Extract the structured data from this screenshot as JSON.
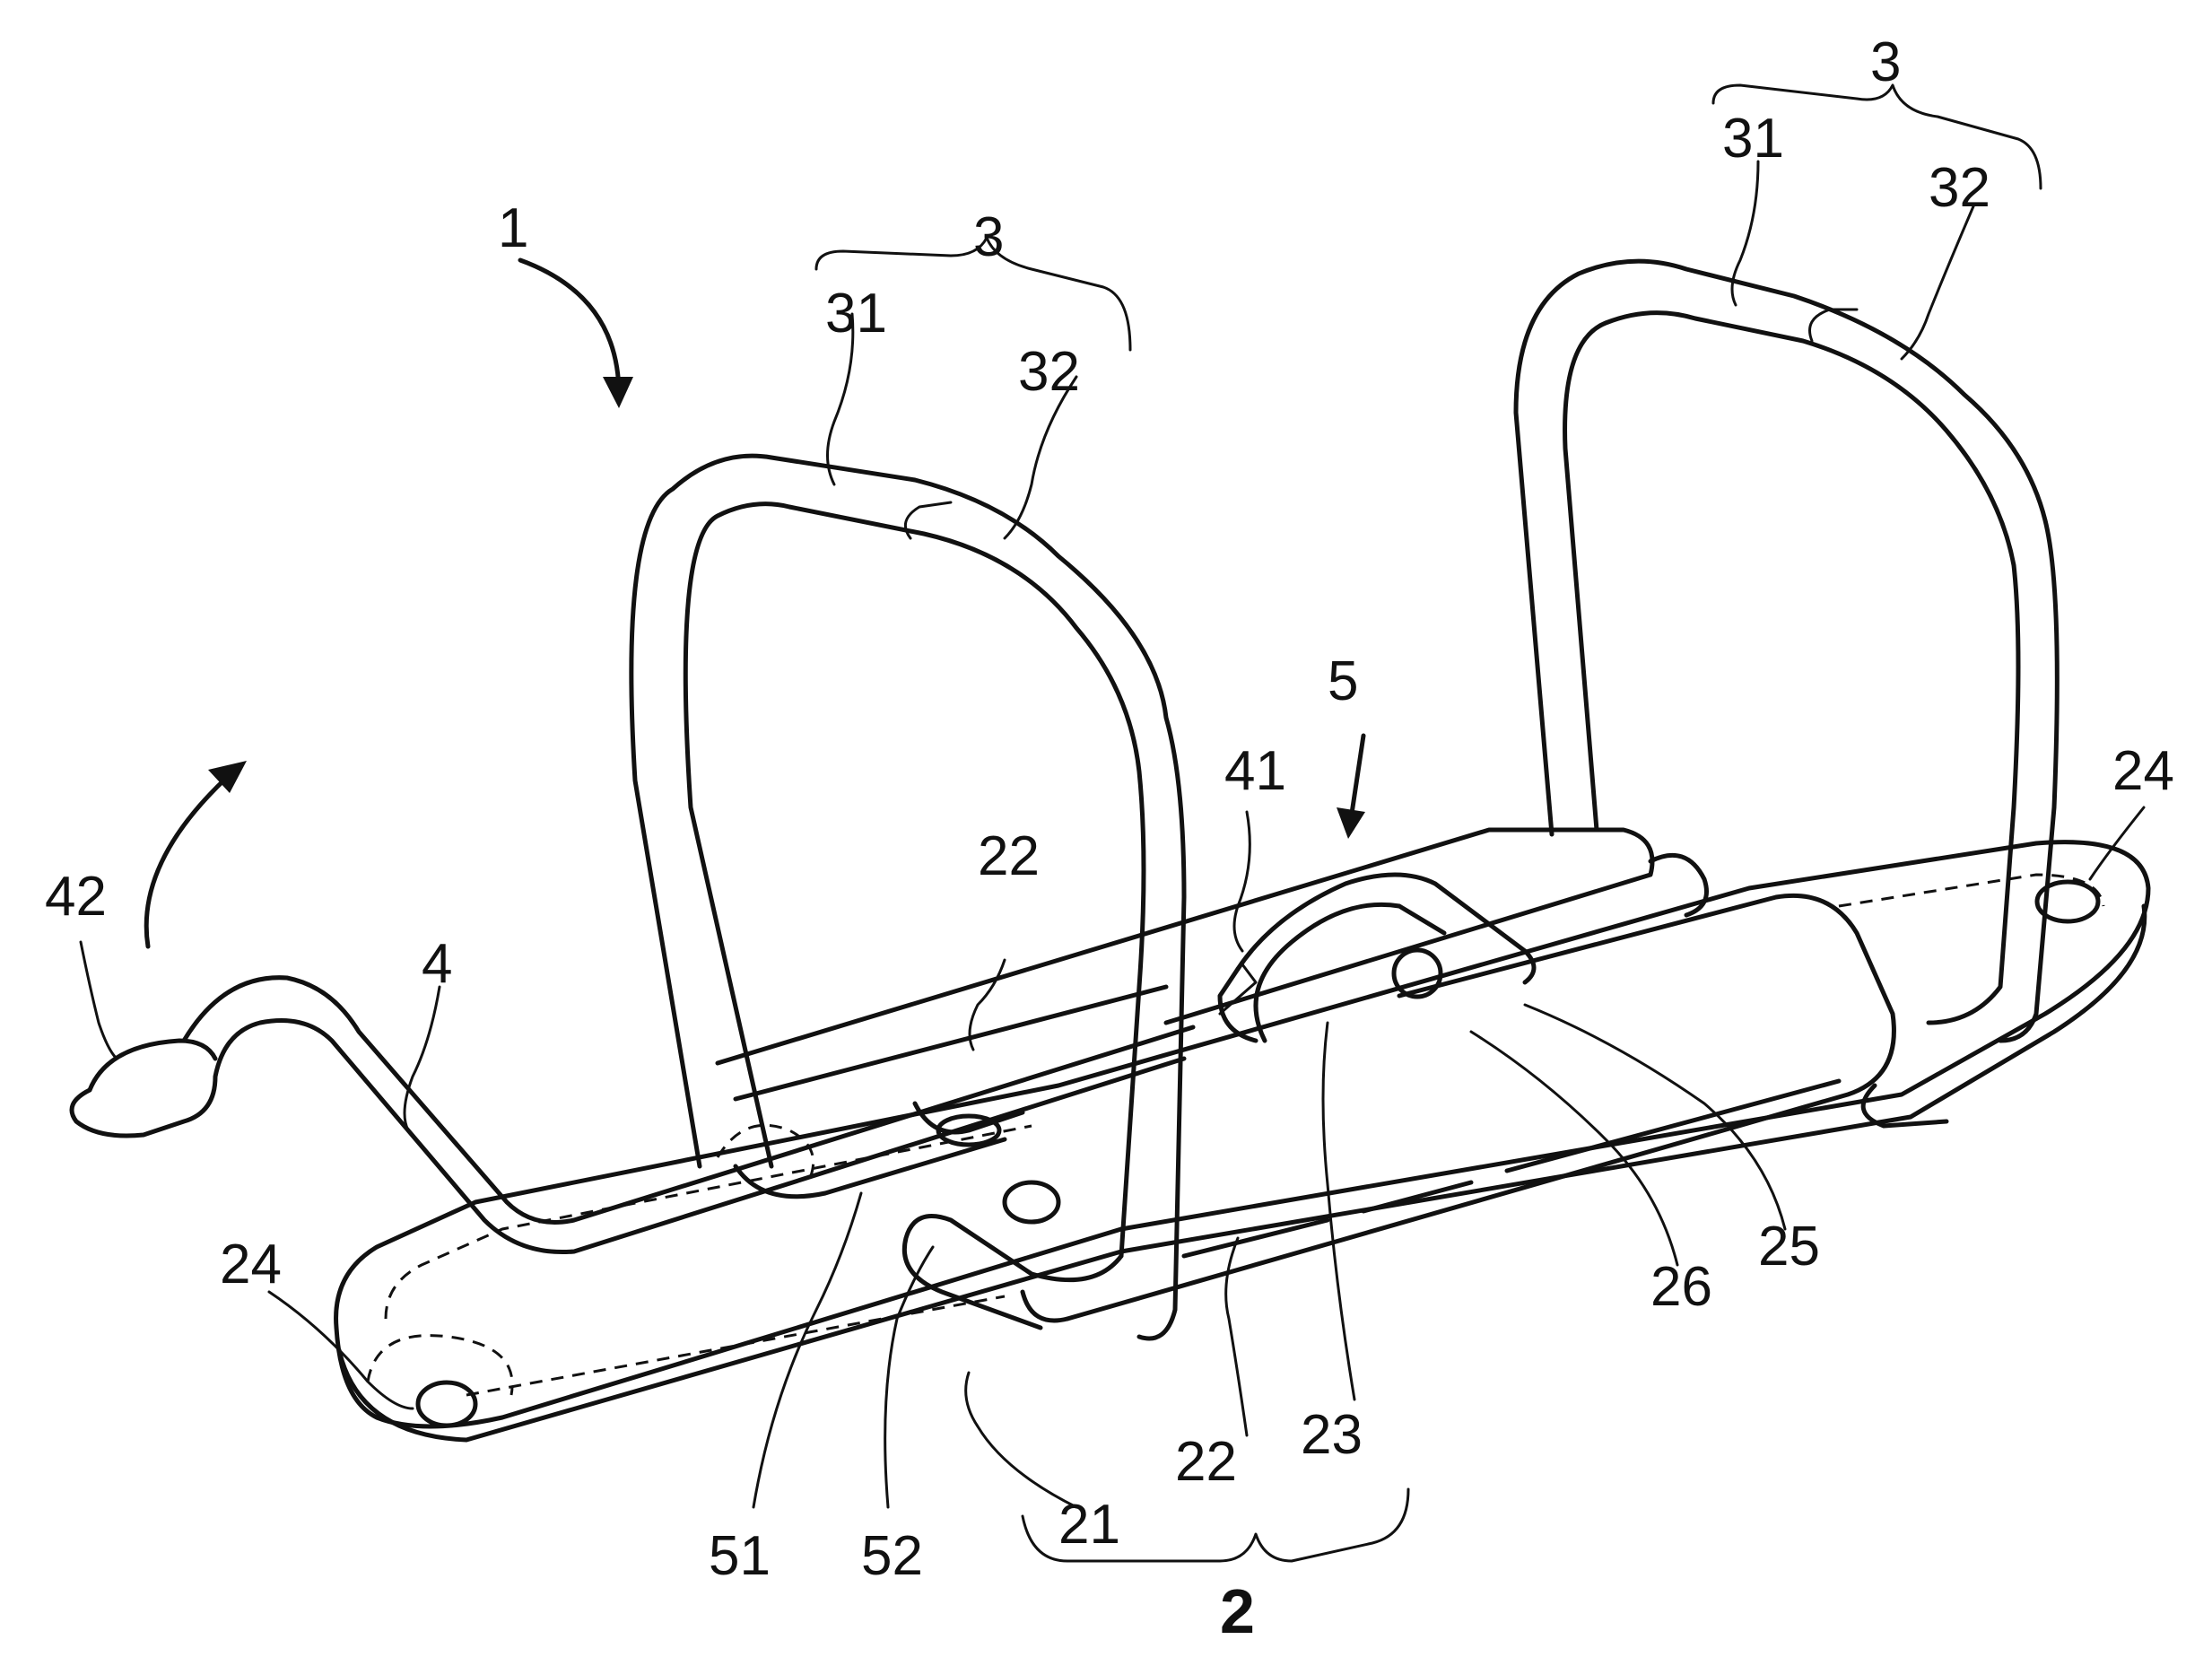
{
  "figure": {
    "ref_1": "1",
    "ref_2": "2",
    "ref_3_left": "3",
    "ref_3_right": "3",
    "ref_4": "4",
    "ref_5": "5",
    "ref_21": "21",
    "ref_22_upper": "22",
    "ref_22_lower": "22",
    "ref_23": "23",
    "ref_24_left": "24",
    "ref_24_right": "24",
    "ref_25": "25",
    "ref_26": "26",
    "ref_31_left": "31",
    "ref_31_right": "31",
    "ref_32_left": "32",
    "ref_32_right": "32",
    "ref_41": "41",
    "ref_42": "42",
    "ref_51": "51",
    "ref_52": "52"
  }
}
